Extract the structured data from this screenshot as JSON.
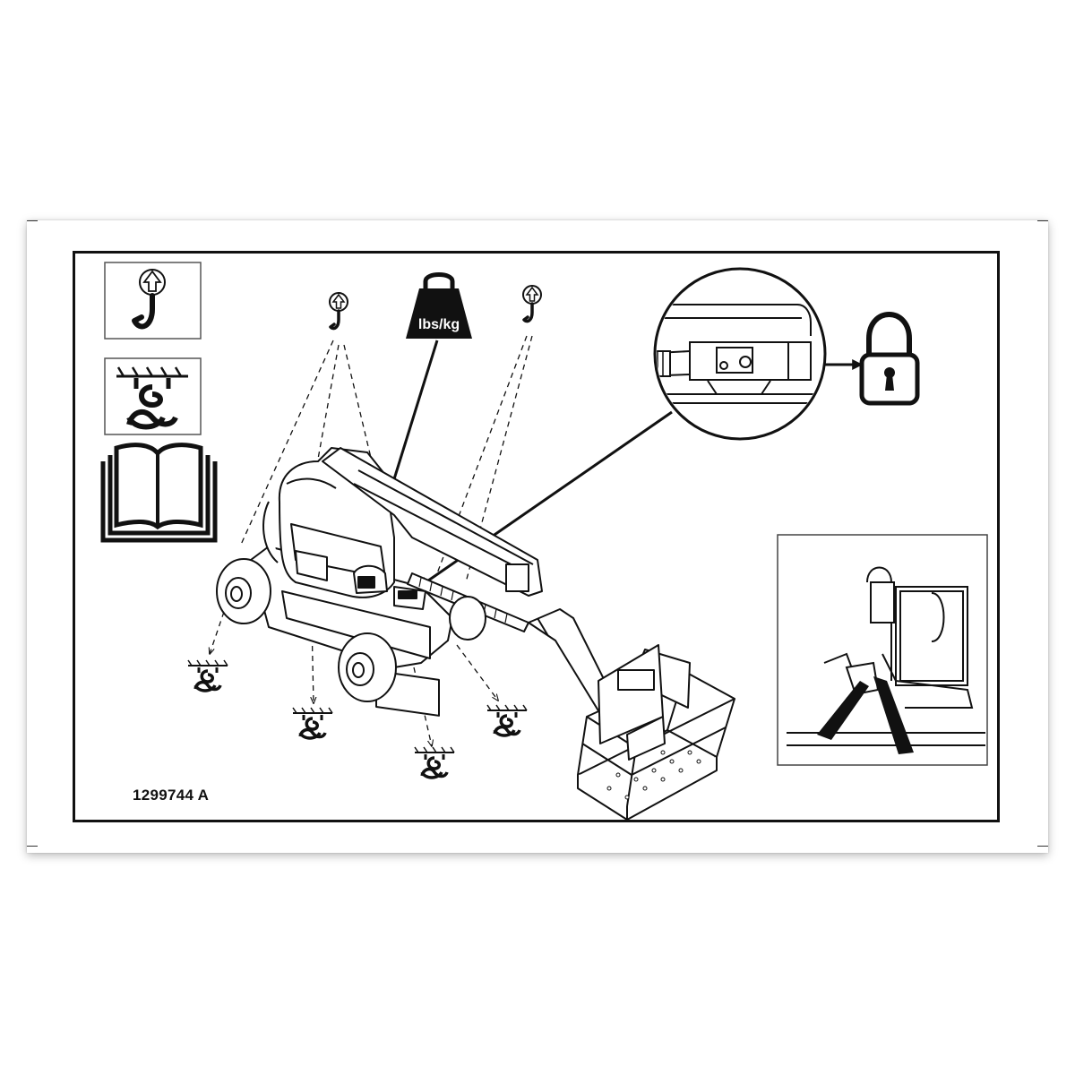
{
  "decal": {
    "weight_label": "lbs/kg",
    "part_number": "1299744 A"
  },
  "colors": {
    "ink": "#111111",
    "paper": "#ffffff"
  },
  "icons": {
    "lift_point": "hook-with-up-arrow",
    "tie_down": "tie-down-loop",
    "manual": "open-manual",
    "lock": "padlock",
    "weight": "weight-block"
  }
}
